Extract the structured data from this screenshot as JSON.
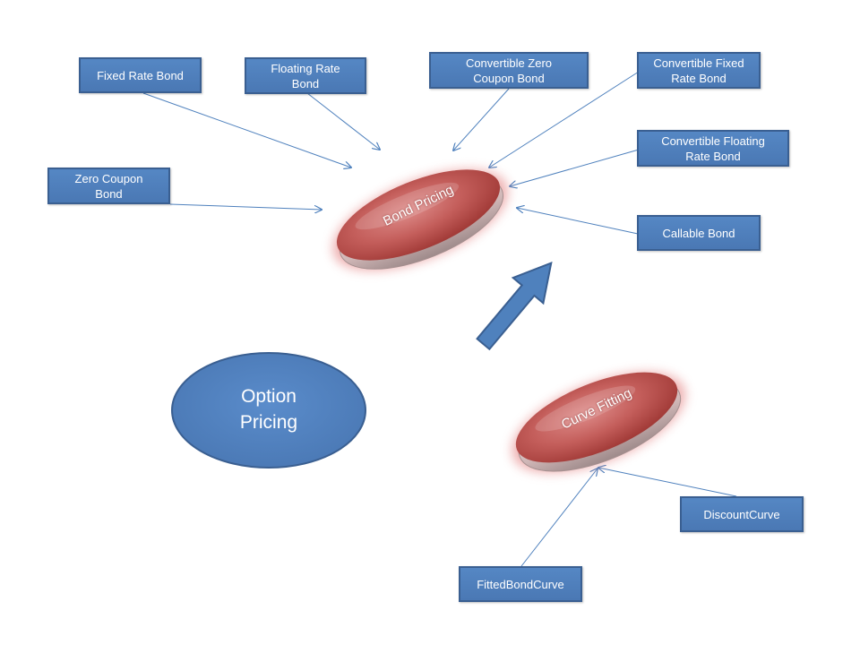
{
  "nodes": {
    "bond_pricing": "Bond Pricing",
    "curve_fitting": "Curve Fitting",
    "option_pricing": "Option\nPricing"
  },
  "bond_types": {
    "fixed_rate": "Fixed Rate Bond",
    "floating_rate": "Floating Rate\nBond",
    "convertible_zero": "Convertible Zero\nCoupon Bond",
    "convertible_fixed": "Convertible Fixed\nRate Bond",
    "convertible_floating": "Convertible Floating\nRate Bond",
    "zero_coupon": "Zero Coupon\nBond",
    "callable": "Callable Bond"
  },
  "curves": {
    "discount": "DiscountCurve",
    "fitted_bond": "FittedBondCurve"
  },
  "colors": {
    "box_fill": "#4f81bd",
    "box_border": "#3a5f91",
    "connector": "#4f81bd",
    "disc": "#c0504d",
    "big_arrow": "#4f81bd"
  }
}
